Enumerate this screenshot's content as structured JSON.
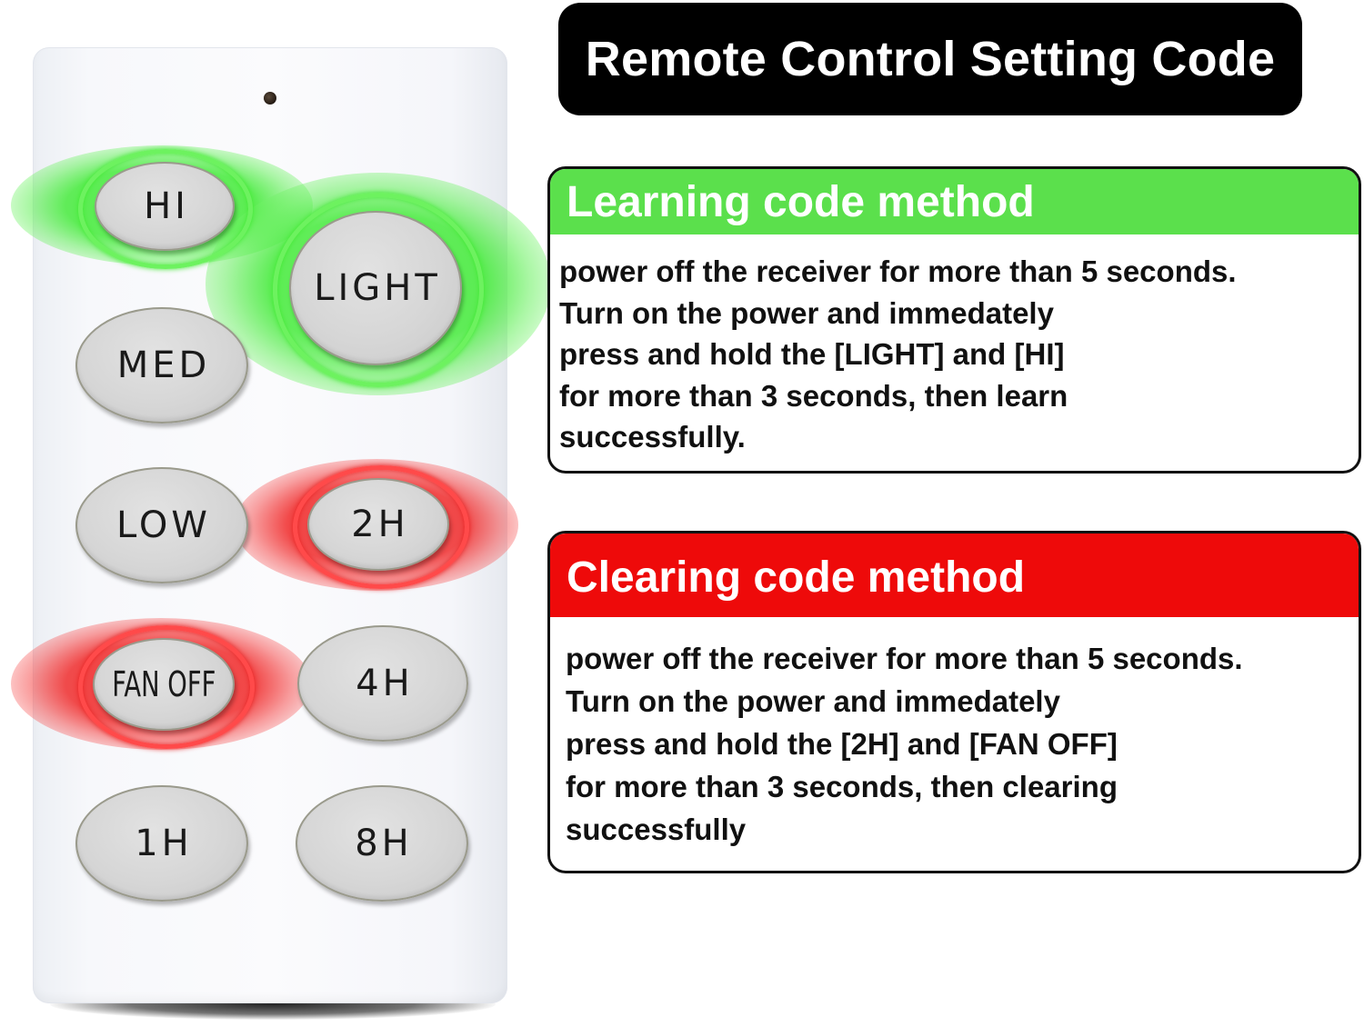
{
  "title": "Remote Control Setting Code",
  "remote": {
    "buttons": {
      "hi": "HI",
      "light": "LIGHT",
      "med": "MED",
      "low": "LOW",
      "two_h": "2H",
      "fan_off": "FAN OFF",
      "four_h": "4H",
      "one_h": "1H",
      "eight_h": "8H"
    },
    "highlighted_green": [
      "HI",
      "LIGHT"
    ],
    "highlighted_red": [
      "2H",
      "FAN OFF"
    ]
  },
  "learning": {
    "heading": "Learning code method",
    "lines": [
      "power off the receiver for more than 5 seconds.",
      "Turn on the power and immedately",
      "press and hold the [LIGHT] and [HI]",
      "for more than 3 seconds, then learn",
      "successfully."
    ]
  },
  "clearing": {
    "heading": "Clearing code method",
    "lines": [
      "power off the receiver for more than 5 seconds.",
      "Turn on the power and immedately",
      "press and hold the [2H] and [FAN OFF]",
      "for more than 3 seconds, then clearing",
      "successfully"
    ]
  },
  "colors": {
    "title_bg": "#000000",
    "learning_accent": "#5be04c",
    "clearing_accent": "#ee0a0a",
    "button_face": "#d6d6d6",
    "remote_body": "#f7f8fb"
  }
}
